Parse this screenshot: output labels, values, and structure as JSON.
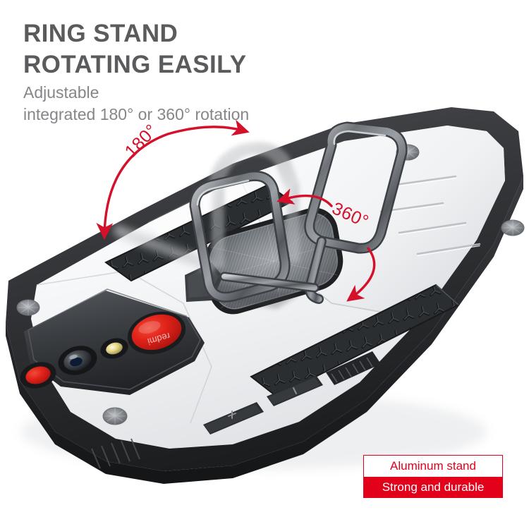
{
  "background_color": "#ffffff",
  "headline": {
    "lines": [
      "RING STAND",
      "ROTATING EASILY"
    ],
    "color": "#5a5b5d"
  },
  "subtitle": {
    "lines": [
      "Adjustable",
      "integrated 180° or 360° rotation"
    ],
    "color": "#848689"
  },
  "annotations": {
    "rotation_180": {
      "label": "180°",
      "color": "#d4102a",
      "arrow": "curved-double-headed-arc"
    },
    "rotation_360": {
      "label": "360°",
      "color": "#d4102a",
      "arrow": "curved-double-headed-arc"
    }
  },
  "badge": {
    "top_text": "Aluminum stand",
    "bottom_text": "Strong and durable",
    "accent_color": "#e2001a",
    "top_bg": "#ffffff",
    "bottom_bg": "#e2001a"
  },
  "product": {
    "type": "rugged-phone-case",
    "brand_mark": "redmi",
    "colors": {
      "armor_white": "#f4f5f6",
      "bumper_black": "#2f3033",
      "metal_gray": "#8b8d90",
      "lens_red": "#e2231a"
    },
    "features": {
      "kickstand": "aluminum-ring-stand",
      "magnet_plate": "brushed-metal-squircle",
      "grip_strip": "hex-tread-anti-slip",
      "buttons": [
        "+",
        "|"
      ]
    }
  }
}
